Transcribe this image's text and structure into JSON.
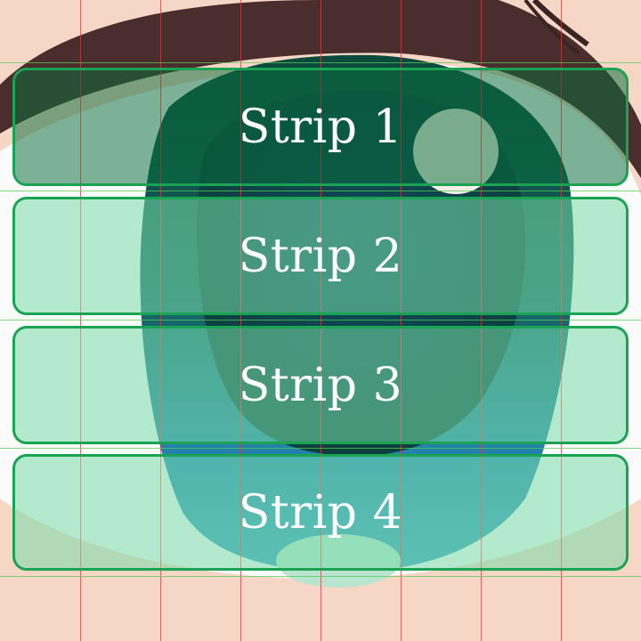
{
  "strips": [
    {
      "label": "Strip 1"
    },
    {
      "label": "Strip 2"
    },
    {
      "label": "Strip 3"
    },
    {
      "label": "Strip 4"
    }
  ],
  "colors": {
    "strip_border": "#1aa352",
    "grid_vertical": "#d23c3c",
    "grid_horizontal": "#5ac85a",
    "skin": "#f6d6c4",
    "iris_dark": "#0d5a4a",
    "iris_light": "#1f8fa8"
  }
}
